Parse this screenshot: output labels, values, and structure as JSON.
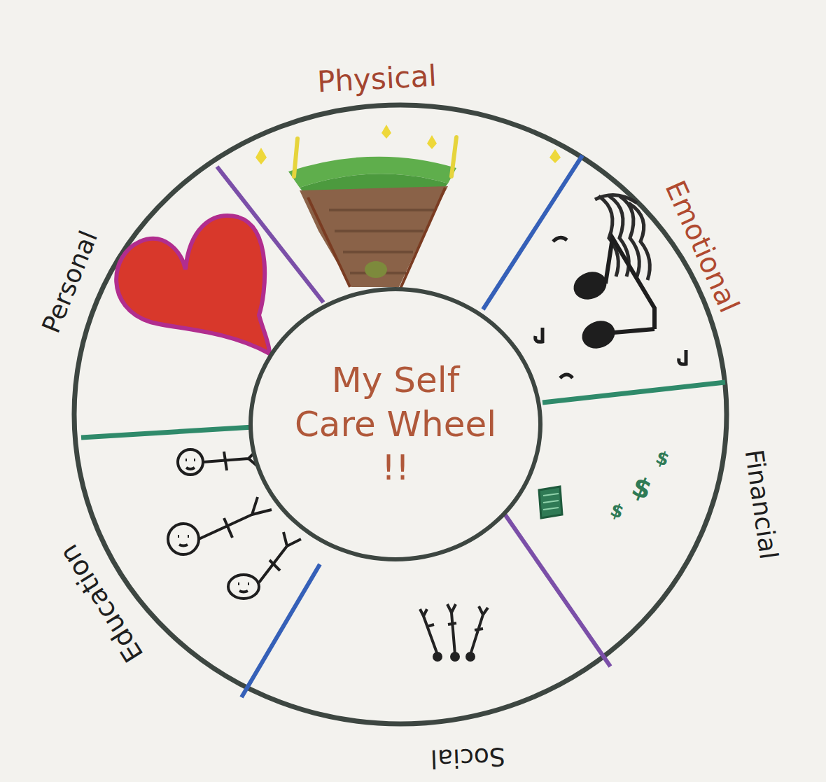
{
  "diagram": {
    "nodes": [
      {
        "text": [
          "My Self Care Wheel !!"
        ]
      }
    ],
    "labels": [
      "Physical",
      "Emotional",
      "Financial",
      "Social",
      "Education",
      "Personal"
    ]
  }
}
